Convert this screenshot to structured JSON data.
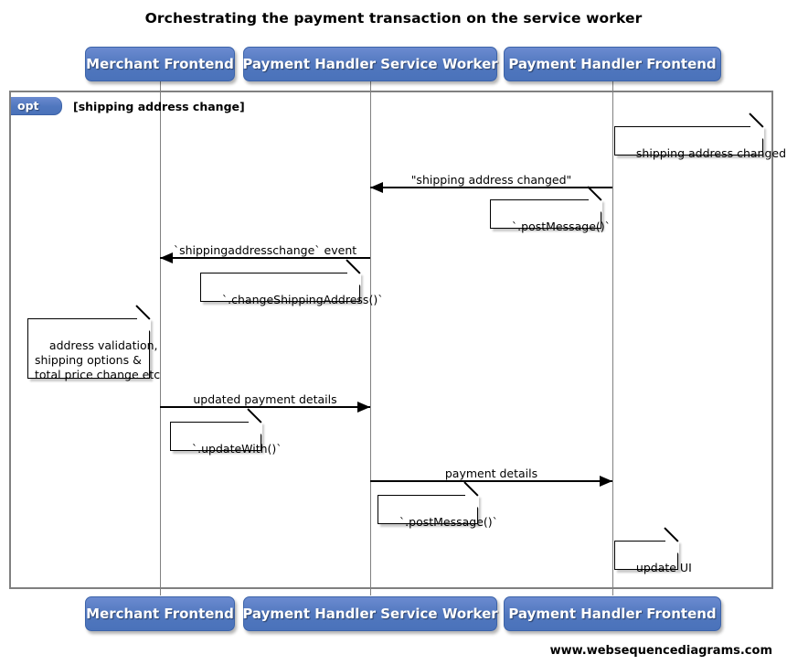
{
  "diagram": {
    "title": "Orchestrating the payment transaction on the service worker",
    "watermark": "www.websequencediagrams.com",
    "colors": {
      "participant_fill": "#5077be",
      "participant_border": "#3c63a8",
      "participant_text": "#ffffff",
      "frame_border": "#808080",
      "lifeline": "#808080",
      "note_fill": "#ffffff",
      "note_border": "#000000",
      "arrow": "#000000",
      "background": "#ffffff"
    }
  },
  "participants": [
    {
      "id": "merchant-frontend",
      "label": "Merchant Frontend"
    },
    {
      "id": "payment-handler-service-worker",
      "label": "Payment Handler Service Worker"
    },
    {
      "id": "payment-handler-frontend",
      "label": "Payment Handler Frontend"
    }
  ],
  "fragment": {
    "type": "opt",
    "label": "opt",
    "guard": "[shipping address change]"
  },
  "messages": [
    {
      "id": "msg-shipping-address-changed",
      "label": "\"shipping address changed\"",
      "from": "payment-handler-frontend",
      "to": "payment-handler-service-worker",
      "direction": "left"
    },
    {
      "id": "msg-shippingaddresschange-event",
      "label": "`shippingaddresschange` event",
      "from": "payment-handler-service-worker",
      "to": "merchant-frontend",
      "direction": "left"
    },
    {
      "id": "msg-updated-payment-details",
      "label": "updated payment details",
      "from": "merchant-frontend",
      "to": "payment-handler-service-worker",
      "direction": "right"
    },
    {
      "id": "msg-payment-details",
      "label": "payment details",
      "from": "payment-handler-service-worker",
      "to": "payment-handler-frontend",
      "direction": "right"
    }
  ],
  "notes": [
    {
      "id": "note-shipping-address-changed",
      "text": "shipping address changed",
      "over": "payment-handler-frontend"
    },
    {
      "id": "note-post-message-1",
      "text": "`.postMessage()`",
      "over": "payment-handler-service-worker"
    },
    {
      "id": "note-change-shipping-address",
      "text": "`.changeShippingAddress()`",
      "over": "merchant-frontend"
    },
    {
      "id": "note-address-validation",
      "text": "address validation,\nshipping options &\ntotal price change etc",
      "over": "merchant-frontend"
    },
    {
      "id": "note-update-with",
      "text": "`.updateWith()`",
      "over": "merchant-frontend"
    },
    {
      "id": "note-post-message-2",
      "text": "`.postMessage()`",
      "over": "payment-handler-service-worker"
    },
    {
      "id": "note-update-ui",
      "text": "update UI",
      "over": "payment-handler-frontend"
    }
  ]
}
